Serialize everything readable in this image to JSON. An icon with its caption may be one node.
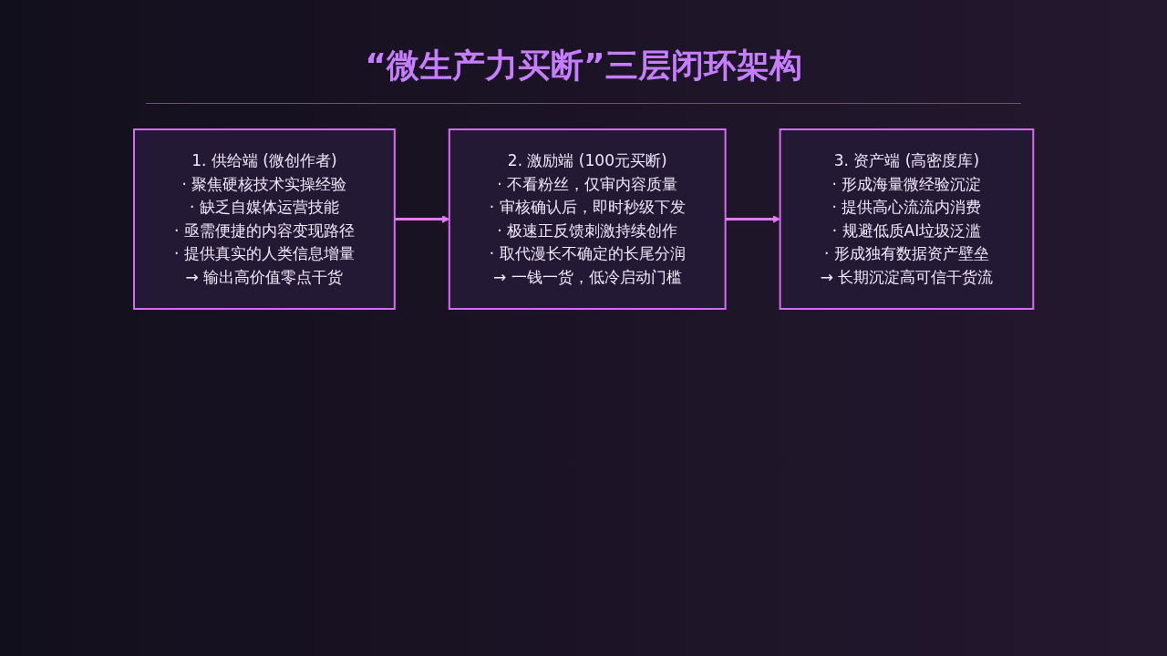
{
  "diagram": {
    "title": "“微生产力买断”三层闭环架构",
    "nodes": [
      {
        "text": [
          "1. 供给端 (微创作者)",
          "· 聚焦硬核技术实操经验",
          "· 缺乏自媒体运营技能",
          "· 亟需便捷的内容变现路径",
          "· 提供真实的人类信息增量",
          "→ 输出高价值零点干货"
        ]
      },
      {
        "text": [
          "2. 激励端 (100元买断)",
          "· 不看粉丝，仅审内容质量",
          "· 审核确认后，即时秒级下发",
          "· 极速正反馈刺激持续创作",
          "· 取代漫长不确定的长尾分润",
          "→ 一钱一货，低冷启动门槛"
        ]
      },
      {
        "text": [
          "3. 资产端 (高密度库)",
          "· 形成海量微经验沉淀",
          "· 提供高心流流内消费",
          "· 规避低质AI垃圾泛滥",
          "· 形成独有数据资产壁垒",
          "→ 长期沉淀高可信干货流"
        ]
      }
    ],
    "edges": [
      {
        "from": 0,
        "to": 1,
        "arrow": "to"
      },
      {
        "from": 1,
        "to": 2,
        "arrow": "to"
      }
    ]
  }
}
